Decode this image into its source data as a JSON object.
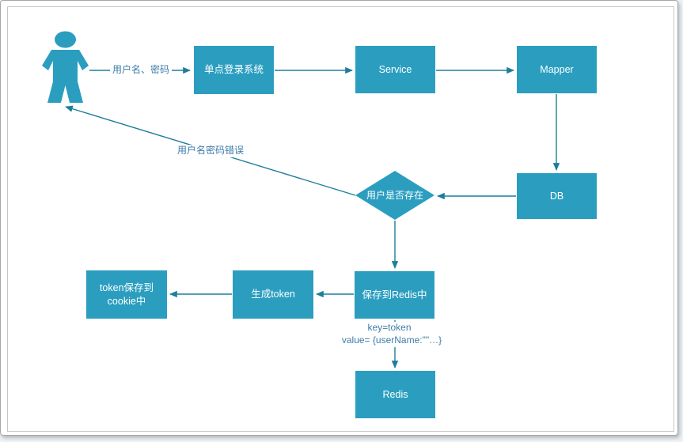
{
  "colors": {
    "node_fill": "#2B9EC0",
    "node_text": "#FFFFFF",
    "line": "#1D7E9B",
    "edge_label": "#3D7CA9",
    "frame_border": "#A6A6A6",
    "canvas_border": "#C6C6C6"
  },
  "diagram": {
    "nodes": {
      "sso": {
        "label": "单点登录系统"
      },
      "service": {
        "label": "Service"
      },
      "mapper": {
        "label": "Mapper"
      },
      "db": {
        "label": "DB"
      },
      "user_exists": {
        "label": "用户是否存在"
      },
      "save_redis": {
        "label": "保存到Redis中"
      },
      "gen_token": {
        "label": "生成token"
      },
      "token_cookie": {
        "label": "token保存到cookie中"
      },
      "redis": {
        "label": "Redis"
      }
    },
    "edge_labels": {
      "credentials": "用户名、密码",
      "wrong_credentials": "用户名密码错误",
      "redis_key": "key=token",
      "redis_value": "value= {userName:\"\"…}"
    }
  }
}
